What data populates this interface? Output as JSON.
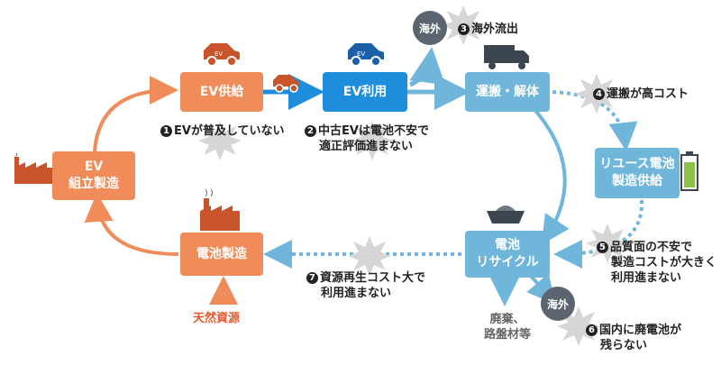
{
  "boxes": {
    "ev_supply": "EV供給",
    "ev_use": "EV利用",
    "transport": "運搬・解体",
    "assembly": [
      "EV",
      "組立製造"
    ],
    "reuse": [
      "リユース電池",
      "製造供給"
    ],
    "battery_mfg": "電池製造",
    "recycle": [
      "電池",
      "リサイクル"
    ]
  },
  "issues": {
    "i1": {
      "num": "1",
      "text": "EVが普及していない"
    },
    "i2": {
      "num": "2",
      "lines": [
        "中古EVは電池不安で",
        "適正評価進まない"
      ]
    },
    "i3": {
      "num": "3",
      "text": "海外流出"
    },
    "i4": {
      "num": "4",
      "text": "運搬が高コスト"
    },
    "i5": {
      "num": "5",
      "lines": [
        "品質面の不安で",
        "製造コストが大きく",
        "利用進まない"
      ]
    },
    "i6": {
      "num": "6",
      "lines": [
        "国内に廃電池が",
        "残らない"
      ]
    },
    "i7": {
      "num": "7",
      "lines": [
        "資源再生コスト大で",
        "利用進まない"
      ]
    }
  },
  "overseas": "海外",
  "overseas_2": "海外",
  "waste": [
    "廃棄、",
    "路盤材等"
  ],
  "natural_resources": "天然資源",
  "icons": [
    "factory-icon",
    "car-icon",
    "truck-icon",
    "battery-icon",
    "burst-icon"
  ],
  "colors": {
    "orange": "#f08c5a",
    "blue": "#1e8ddc",
    "teal": "#6fb6da",
    "dark": "#5b6470",
    "red": "#e8582a"
  }
}
